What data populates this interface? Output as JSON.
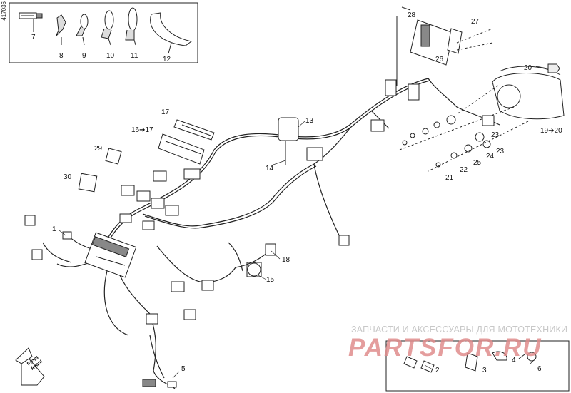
{
  "figure": {
    "side_code": "417036",
    "watermark_text": "ЗАПЧАСТИ И АКСЕССУАРЫ ДЛЯ МОТОТЕХНИКИ",
    "watermark_logo": "PARTSFOR.RU",
    "front_label": [
      "Front",
      "Avant"
    ]
  },
  "callouts": {
    "c1": "1",
    "c2": "2",
    "c3": "3",
    "c4": "4",
    "c5": "5",
    "c6": "6",
    "c7": "7",
    "c8": "8",
    "c9": "9",
    "c10": "10",
    "c11": "11",
    "c12": "12",
    "c13": "13",
    "c14": "14",
    "c15": "15",
    "c16_17": "16➔17",
    "c17": "17",
    "c18": "18",
    "c19_20": "19➔20",
    "c20": "20",
    "c21": "21",
    "c22": "22",
    "c23a": "23",
    "c23b": "23",
    "c24": "24",
    "c25": "25",
    "c26": "26",
    "c27": "27",
    "c28": "28",
    "c29": "29",
    "c30": "30"
  },
  "colors": {
    "line": "#222222",
    "watermark_logo": "#e08d8d",
    "watermark_text": "#c8c8c8"
  }
}
